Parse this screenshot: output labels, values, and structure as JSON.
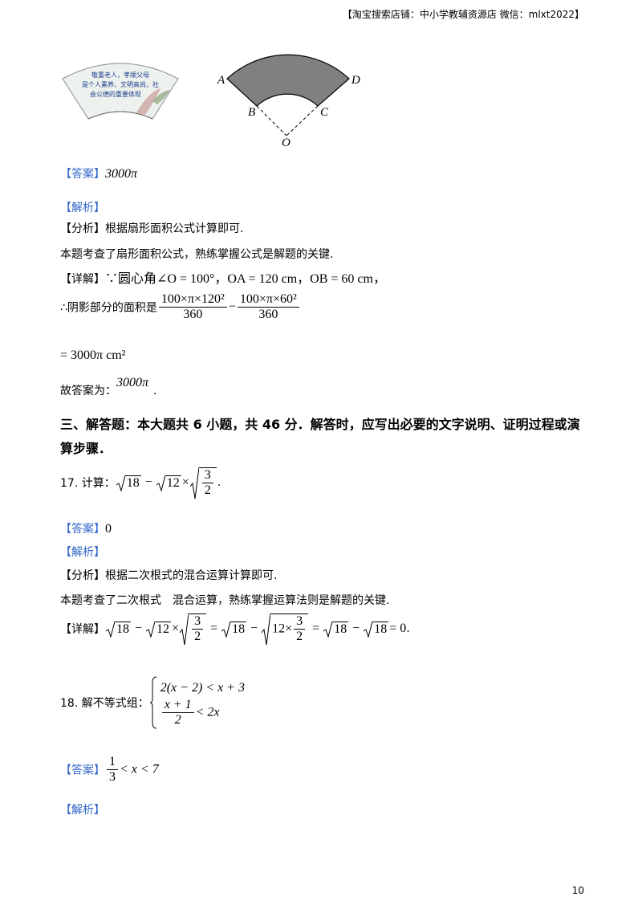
{
  "header": "【淘宝搜索店铺：中小学教辅资源店  微信：mlxt2022】",
  "fan_text": [
    "敬重老人，孝顺父母",
    "是个人素养、文明高尚、社",
    "会公德的重要体现"
  ],
  "figure_labels": {
    "A": "A",
    "B": "B",
    "C": "C",
    "D": "D",
    "O": "O"
  },
  "q16": {
    "answer_tag": "【答案】",
    "answer": "3000π",
    "analysis_tag": "【解析】",
    "fenxi_tag": "【分析】",
    "fenxi": "根据扇形面积公式计算即可.",
    "note": "本题考查了扇形面积公式，熟练掌握公式是解题的关键.",
    "detail_tag": "【详解】",
    "detail_1": "∵圆心角∠O = 100°，OA = 120 cm，OB = 60 cm，",
    "detail_2_prefix": "∴阴影部分的面积是",
    "frac1_num": "100×π×120²",
    "frac_den": "360",
    "frac2_num": "100×π×60²",
    "result": "= 3000π cm²",
    "final_prefix": "故答案为：",
    "final_value": "3000π",
    "final_suffix": "."
  },
  "section3": "三、解答题：本大题共 6 小题，共 46 分．解答时，应写出必要的文字说明、证明过程或演算步骤．",
  "q17": {
    "label": "17. 计算：",
    "expr_a": "18",
    "expr_b": "12",
    "frac_num": "3",
    "frac_den": "2",
    "answer_tag": "【答案】",
    "answer": "0",
    "analysis_tag": "【解析】",
    "fenxi_tag": "【分析】",
    "fenxi": "根据二次根式的混合运算计算即可.",
    "note": "本题考查了二次根式　混合运算，熟练掌握运算法则是解题的关键.",
    "detail_tag": "【详解】",
    "detail_mid": "12×",
    "detail_end": "= 0"
  },
  "q18": {
    "label": "18. 解不等式组：",
    "ineq1": "2(x − 2) < x + 3",
    "ineq2_num": "x + 1",
    "ineq2_den": "2",
    "ineq2_rest": "< 2x",
    "answer_tag": "【答案】",
    "ans_num": "1",
    "ans_den": "3",
    "ans_rest": "< x < 7",
    "analysis_tag": "【解析】"
  },
  "page_number": "10"
}
